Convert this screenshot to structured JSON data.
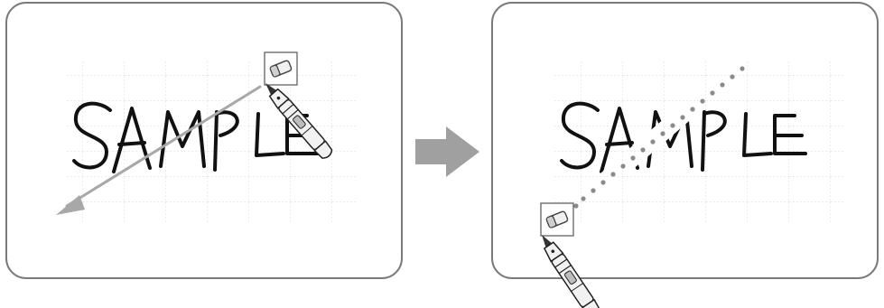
{
  "figure": {
    "panels": [
      {
        "id": "before",
        "handwriting": "SAMPLE",
        "tool": "eraser-icon",
        "action": "erase-swipe-arrow"
      },
      {
        "id": "after",
        "handwriting": "SAMPLE",
        "tool": "eraser-icon",
        "action": "erased-dotted-path"
      }
    ],
    "transition": "arrow-right-icon",
    "colors": {
      "frame_stroke": "#7a7a7a",
      "grid": "#d8d8d8",
      "ink": "#111111",
      "swipe_arrow": "#a8a8a8",
      "dots": "#8a8a8a",
      "transition_arrow": "#a0a0a0",
      "pen_body": "#f2f2f2"
    }
  }
}
